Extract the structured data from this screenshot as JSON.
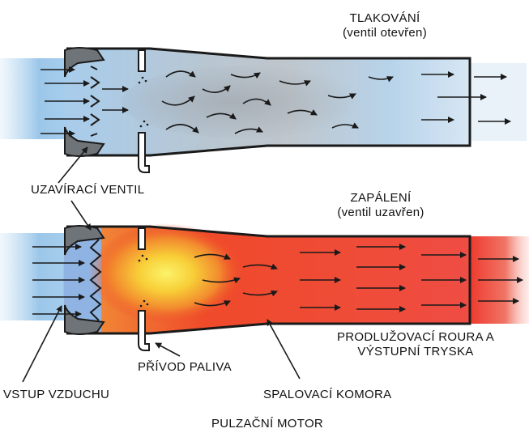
{
  "top_state": {
    "title": "TLAKOVÁNÍ",
    "subtitle": "(ventil otevřen)"
  },
  "bottom_state": {
    "title": "ZAPÁLENÍ",
    "subtitle": "(ventil uzavřen)"
  },
  "labels": {
    "valve": "UZAVÍRACÍ VENTIL",
    "extension_line1": "PRODLUŽOVACÍ ROURA A",
    "extension_line2": "VÝSTUPNÍ TRYSKA",
    "fuel": "PŘÍVOD PALIVA",
    "intake": "VSTUP VZDUCHU",
    "chamber": "SPALOVACÍ KOMORA"
  },
  "caption": "PULZAČNÍ MOTOR",
  "colors": {
    "air_blue": "#9cc7ea",
    "flame_red": "#e8362c",
    "flame_yellow": "#f7e23a",
    "outline": "#1a1a1a",
    "valve_gray": "#6f7479"
  }
}
